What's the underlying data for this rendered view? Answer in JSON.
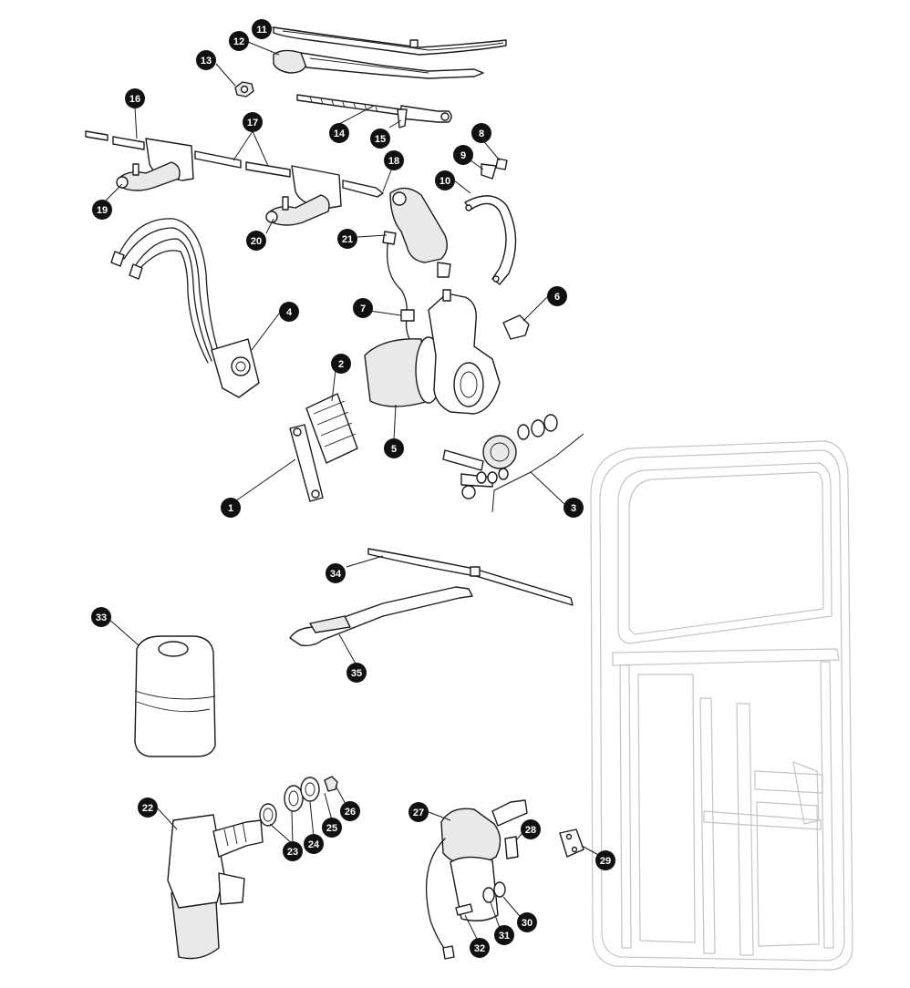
{
  "callouts": [
    {
      "id": "c1",
      "label": "1"
    },
    {
      "id": "c2",
      "label": "2"
    },
    {
      "id": "c3",
      "label": "3"
    },
    {
      "id": "c4",
      "label": "4"
    },
    {
      "id": "c5",
      "label": "5"
    },
    {
      "id": "c6",
      "label": "6"
    },
    {
      "id": "c7",
      "label": "7"
    },
    {
      "id": "c8",
      "label": "8"
    },
    {
      "id": "c9",
      "label": "9"
    },
    {
      "id": "c10",
      "label": "10"
    },
    {
      "id": "c11",
      "label": "11"
    },
    {
      "id": "c12",
      "label": "12"
    },
    {
      "id": "c13",
      "label": "13"
    },
    {
      "id": "c14",
      "label": "14"
    },
    {
      "id": "c15",
      "label": "15"
    },
    {
      "id": "c16",
      "label": "16"
    },
    {
      "id": "c17",
      "label": "17"
    },
    {
      "id": "c18",
      "label": "18"
    },
    {
      "id": "c19",
      "label": "19"
    },
    {
      "id": "c20",
      "label": "20"
    },
    {
      "id": "c21",
      "label": "21"
    },
    {
      "id": "c22",
      "label": "22"
    },
    {
      "id": "c23",
      "label": "23"
    },
    {
      "id": "c24",
      "label": "24"
    },
    {
      "id": "c25",
      "label": "25"
    },
    {
      "id": "c26",
      "label": "26"
    },
    {
      "id": "c27",
      "label": "27"
    },
    {
      "id": "c28",
      "label": "28"
    },
    {
      "id": "c29",
      "label": "29"
    },
    {
      "id": "c30",
      "label": "30"
    },
    {
      "id": "c31",
      "label": "31"
    },
    {
      "id": "c32",
      "label": "32"
    },
    {
      "id": "c33",
      "label": "33"
    },
    {
      "id": "c34",
      "label": "34"
    },
    {
      "id": "c35",
      "label": "35"
    }
  ],
  "colors": {
    "callout_fill": "#111111",
    "callout_text": "#ffffff",
    "line_art": "#1a1a1a",
    "door_outline": "#c4c4c4",
    "background": "#ffffff"
  }
}
